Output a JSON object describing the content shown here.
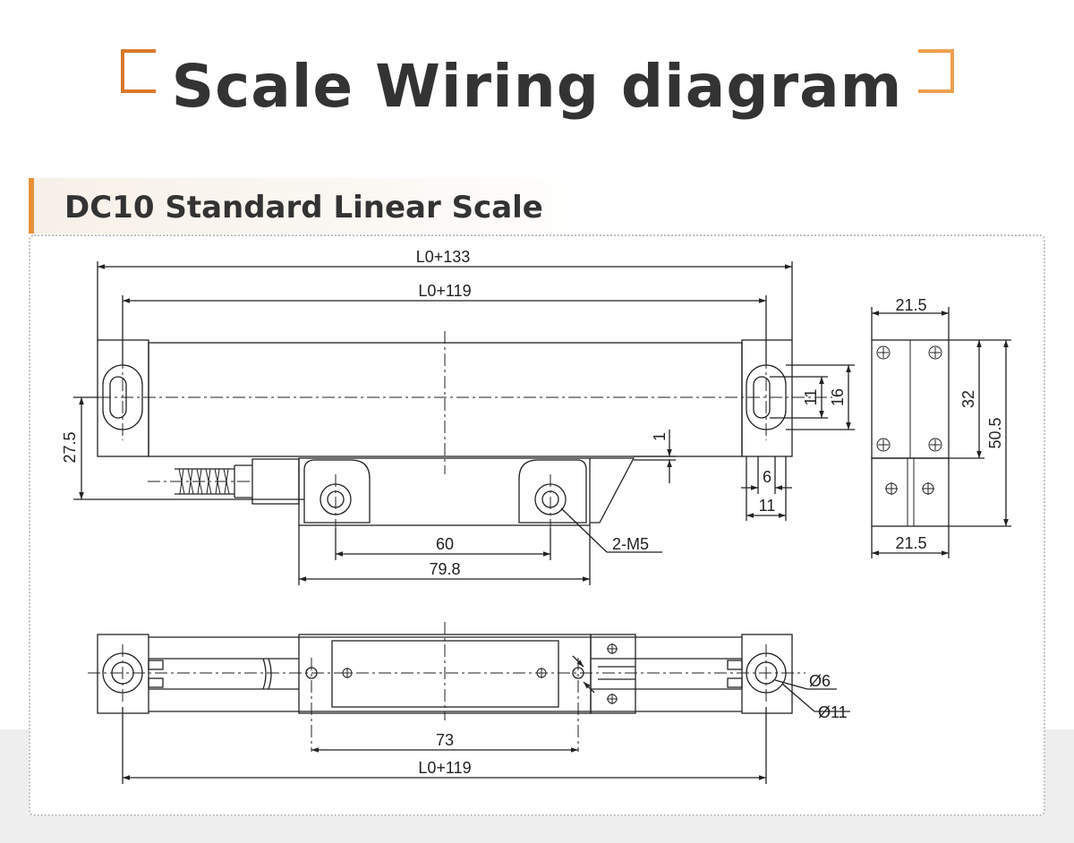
{
  "title": "Scale Wiring diagram",
  "subtitle": "DC10 Standard Linear Scale",
  "colors": {
    "accent": "#e8913a",
    "text": "#333333",
    "line": "#222222"
  },
  "dimensions": {
    "overall_length": "L0+133",
    "mount_length_top": "L0+119",
    "cable_height": "27.5",
    "reader_offset": "1",
    "slot_inner": "11",
    "slot_outer": "16",
    "end_width_6": "6",
    "end_width_11": "11",
    "hole_pitch": "60",
    "reader_length": "79.8",
    "mount_screws": "2-M5",
    "side_width_top": "21.5",
    "side_height_32": "32",
    "side_height_total": "50.5",
    "side_width_bottom": "21.5",
    "bottom_pitch": "73",
    "mount_length_bottom": "L0+119",
    "hole_d6": "Ø6",
    "hole_d11": "Ø11"
  }
}
